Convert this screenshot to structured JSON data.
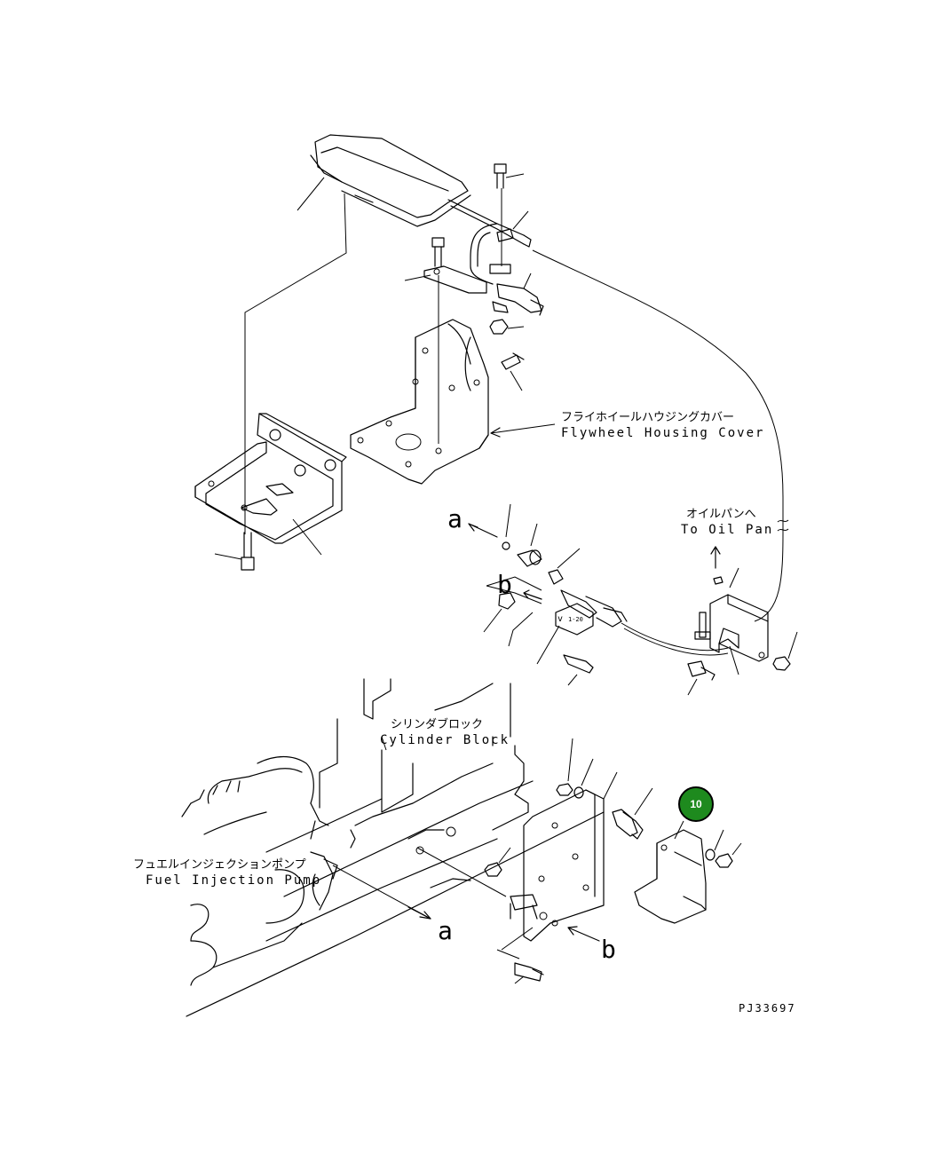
{
  "labels": {
    "flywheel_jp": "フライホイールハウジングカバー",
    "flywheel_en": "Flywheel Housing Cover",
    "oilpan_jp": "オイルパンへ",
    "oilpan_en": "To Oil Pan",
    "cylinder_jp": "シリンダブロック",
    "cylinder_en": "Cylinder Block",
    "fuelpump_jp": "フュエルインジェクションポンプ",
    "fuelpump_en": "Fuel Injection Pump",
    "ref_a_top": "a",
    "ref_b_top": "b",
    "ref_a_bottom": "a",
    "ref_b_bottom": "b",
    "drawing_code": "PJ33697"
  },
  "marker": {
    "number": "10",
    "fill": "#1e8a1e",
    "stroke": "#000000",
    "text_color": "#ffffff"
  }
}
